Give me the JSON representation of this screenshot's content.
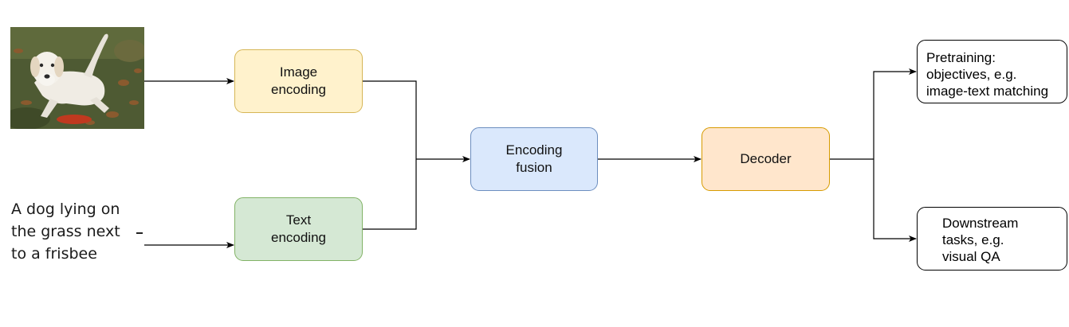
{
  "nodes": {
    "image_encoding": "Image\nencoding",
    "text_encoding": "Text\nencoding",
    "encoding_fusion": "Encoding\nfusion",
    "decoder": "Decoder",
    "pretraining": "Pretraining:\nobjectives, e.g.\nimage-text matching",
    "downstream": "Downstream\ntasks, e.g.\nvisual QA"
  },
  "input_text": "A dog lying on\nthe grass next\nto a frisbee",
  "colors": {
    "image_fill": "#fff2cc",
    "image_stroke": "#d6b656",
    "text_fill": "#d5e8d4",
    "text_stroke": "#82b366",
    "fusion_fill": "#dae8fc",
    "fusion_stroke": "#6c8ebf",
    "decoder_fill": "#ffe6cc",
    "decoder_stroke": "#d79b00"
  }
}
